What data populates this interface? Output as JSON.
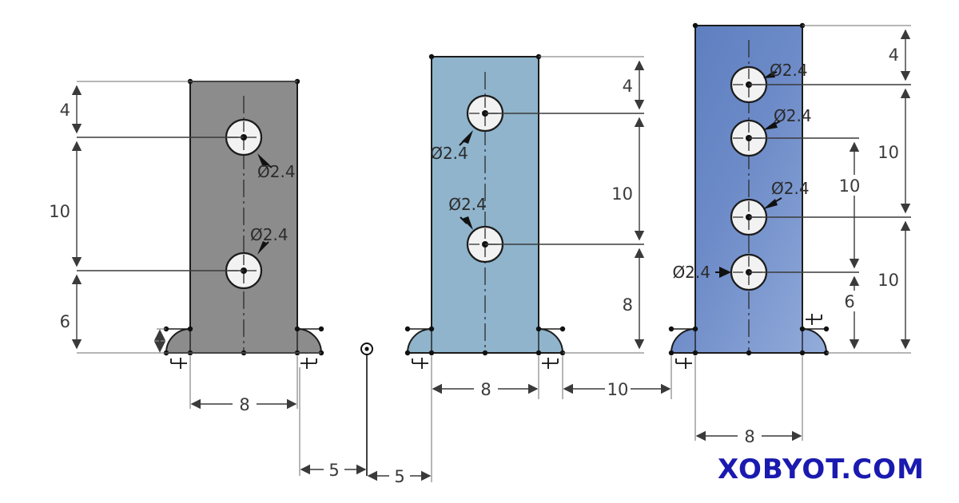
{
  "document": {
    "type": "engineering-drawing",
    "background_color": "#ffffff",
    "title": "Sketch with three extruded plate profiles"
  },
  "watermark": {
    "text": "XOBYOT.COM",
    "color": "#1a1ab0"
  },
  "colors": {
    "gray_fill": "#8c8c8c",
    "light_blue_fill": "#8fb4cc",
    "blue_gradient_start": "#5f7fbf",
    "blue_gradient_end": "#8ea9d8",
    "outline": "#1c1c1c",
    "dimension_line": "#3a3a3a",
    "hole_fill": "#f2f2f2"
  },
  "views": [
    {
      "id": "view-left",
      "name": "gray-plate-view",
      "fill_style": "solid-gray",
      "hole_count": 2,
      "hole_labels": [
        "Ø2.4",
        "Ø2.4"
      ],
      "vertical_dimensions": [
        "4",
        "10",
        "6"
      ],
      "horizontal_dimensions": [
        "8"
      ],
      "fillet_markers": 2
    },
    {
      "id": "view-middle",
      "name": "light-blue-plate-view",
      "fill_style": "solid-light-blue",
      "hole_count": 2,
      "hole_labels": [
        "Ø2.4",
        "Ø2.4"
      ],
      "vertical_dimensions": [
        "4",
        "10",
        "8"
      ],
      "horizontal_dimensions": [
        "8",
        "10"
      ],
      "fillet_markers": 2
    },
    {
      "id": "view-right",
      "name": "blue-gradient-plate-view",
      "fill_style": "gradient-blue",
      "hole_count": 4,
      "hole_labels": [
        "Ø2.4",
        "Ø2.4",
        "Ø2.4",
        "Ø2.4"
      ],
      "vertical_dimensions_outer": [
        "4",
        "10",
        "10"
      ],
      "vertical_dimensions_inner": [
        "10",
        "6"
      ],
      "horizontal_dimensions": [
        "8"
      ],
      "fillet_markers": 2
    }
  ],
  "origin": {
    "name": "sketch-origin-marker",
    "label": ""
  },
  "baseline_dimensions": {
    "left_gap": "5",
    "right_gap": "5"
  },
  "labels": {
    "dia_1_left": "Ø2.4",
    "dia_2_left": "Ø2.4",
    "dia_1_mid": "Ø2.4",
    "dia_2_mid": "Ø2.4",
    "dia_1_right": "Ø2.4",
    "dia_2_right": "Ø2.4",
    "dia_3_right": "Ø2.4",
    "dia_4_right": "Ø2.4",
    "v_left_4": "4",
    "v_left_10": "10",
    "v_left_6": "6",
    "h_left_8": "8",
    "v_mid_4": "4",
    "v_mid_10": "10",
    "v_mid_8": "8",
    "h_mid_8": "8",
    "h_mid_10": "10",
    "v_right_4": "4",
    "v_right_10a": "10",
    "v_right_10b": "10",
    "v_right_10c": "10",
    "v_right_6": "6",
    "h_right_8": "8",
    "base_5_left": "5",
    "base_5_right": "5"
  }
}
